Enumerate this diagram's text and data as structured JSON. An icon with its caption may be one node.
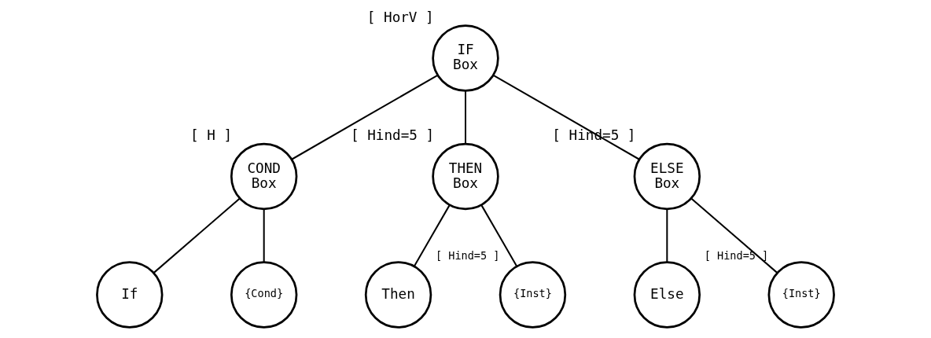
{
  "diagram": {
    "nodes": [
      {
        "text": [
          "IF Box"
        ],
        "beside": [
          "[ HorV ]"
        ]
      },
      {
        "text": [
          "COND Box"
        ],
        "beside": [
          "[ H ]"
        ]
      },
      {
        "text": [
          "THEN Box"
        ],
        "beside": [
          "[ Hind=5 ]"
        ]
      },
      {
        "text": [
          "ELSE Box"
        ],
        "beside": [
          "[ Hind=5 ]"
        ]
      },
      {
        "text": [
          "If"
        ]
      },
      {
        "text": [
          "{Cond}"
        ]
      },
      {
        "text": [
          "Then"
        ]
      },
      {
        "text": [
          "{Inst}"
        ],
        "beside": [
          "[ Hind=5 ]"
        ]
      },
      {
        "text": [
          "Else"
        ]
      },
      {
        "text": [
          "{Inst}"
        ],
        "beside": [
          "[ Hind=5 ]"
        ]
      }
    ],
    "edges": [
      {
        "from": 0,
        "to": 1,
        "arrow": "none"
      },
      {
        "from": 0,
        "to": 2,
        "arrow": "none"
      },
      {
        "from": 0,
        "to": 3,
        "arrow": "none"
      },
      {
        "from": 1,
        "to": 4,
        "arrow": "none"
      },
      {
        "from": 1,
        "to": 5,
        "arrow": "none"
      },
      {
        "from": 2,
        "to": 6,
        "arrow": "none"
      },
      {
        "from": 2,
        "to": 7,
        "arrow": "none"
      },
      {
        "from": 3,
        "to": 8,
        "arrow": "none"
      },
      {
        "from": 3,
        "to": 9,
        "arrow": "none"
      }
    ]
  }
}
